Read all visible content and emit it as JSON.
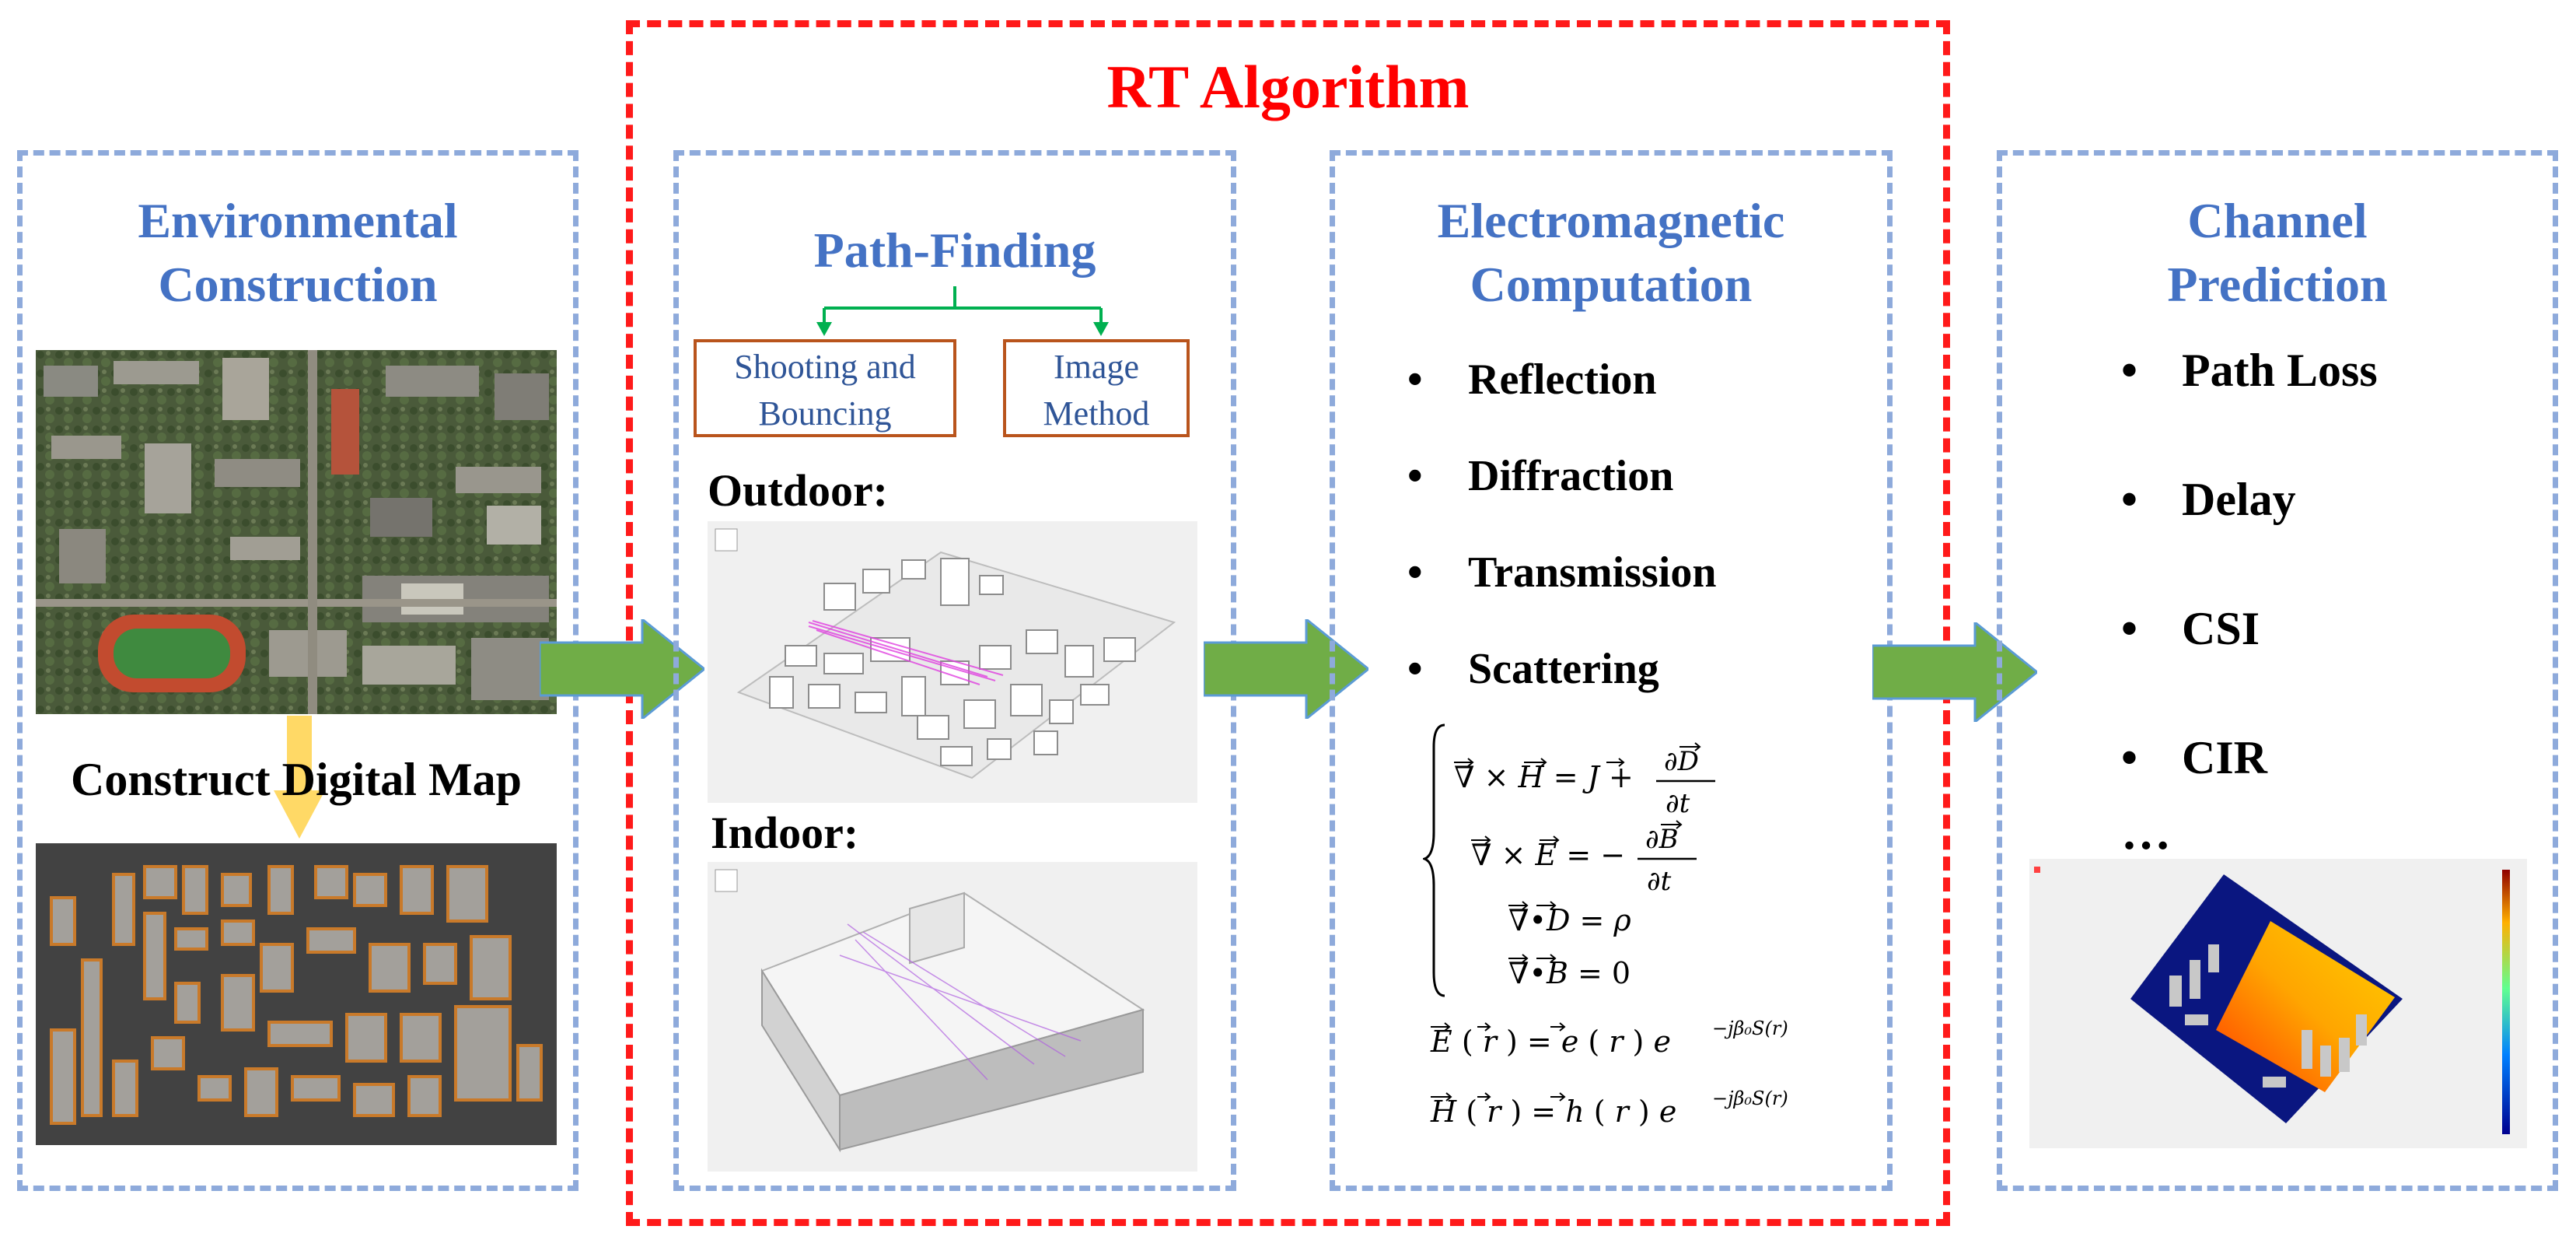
{
  "title": "RT Algorithm",
  "env": {
    "title_line1": "Environmental",
    "title_line2": "Construction",
    "step_label": "Construct Digital Map"
  },
  "path_finding": {
    "title": "Path-Finding",
    "method1_line1": "Shooting and",
    "method1_line2": "Bouncing",
    "method2_line1": "Image",
    "method2_line2": "Method",
    "outdoor_label": "Outdoor:",
    "indoor_label": "Indoor:"
  },
  "em": {
    "title_line1": "Electromagnetic",
    "title_line2": "Computation",
    "items": [
      "Reflection",
      "Diffraction",
      "Transmission",
      "Scattering"
    ]
  },
  "channel": {
    "title_line1": "Channel",
    "title_line2": "Prediction",
    "items": [
      "Path Loss",
      "Delay",
      "CSI",
      "CIR"
    ],
    "more": "…"
  },
  "colors": {
    "accent_blue": "#4472c4",
    "dashed_blue": "#8eaadb",
    "red": "#ff0000",
    "arrow_green": "#70ad47",
    "arrow_yellow": "#ffd966",
    "method_border": "#b9541c"
  }
}
